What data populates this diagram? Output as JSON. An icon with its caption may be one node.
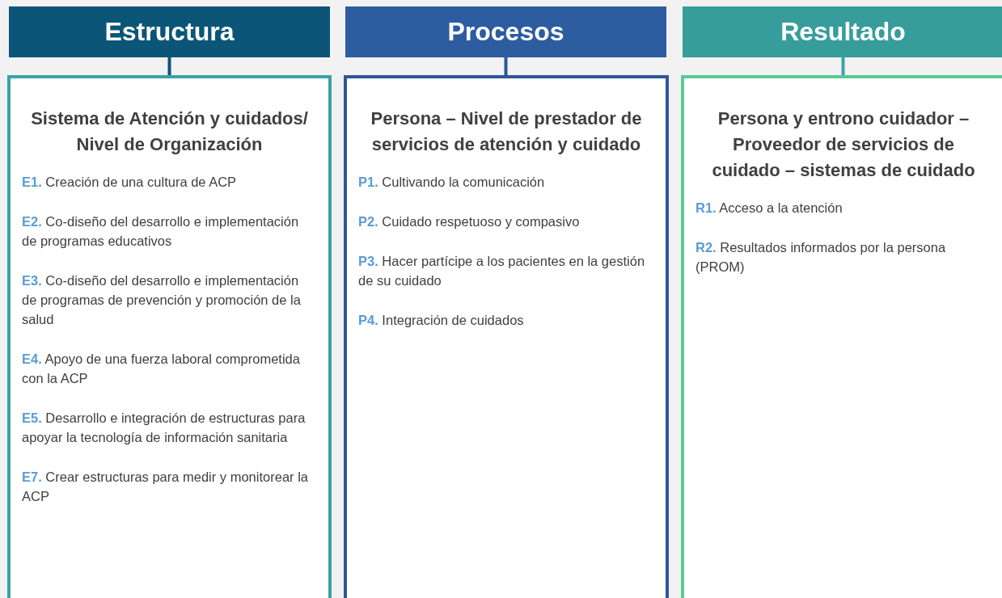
{
  "diagram": {
    "nodes": [
      {
        "text": [
          "Estructura"
        ]
      },
      {
        "text": [
          "Sistema de Atención y cuidados/ Nivel de Organización",
          "**E1.** Creación de una cultura de ACP",
          "**E2.** Co-diseño del desarrollo e implementación de programas educativos",
          "**E3.** Co-diseño del desarrollo e implementación de programas de prevención y promoción de la salud",
          "**E4.** Apoyo de una fuerza laboral comprometida con la ACP",
          "**E5.** Desarrollo e integración de estructuras para apoyar la tecnología de información sanitaria",
          "**E7.** Crear estructuras para medir y monitorear la ACP"
        ]
      },
      {
        "text": [
          "Procesos"
        ]
      },
      {
        "text": [
          "Persona – Nivel de prestador de servicios de atención y cuidado",
          "**P1.** Cultivando la comunicación",
          "**P2.** Cuidado respetuoso y compasivo",
          "**P3.** Hacer partícipe a los pacientes en la gestión de su cuidado",
          "**P4.** Integración de cuidados"
        ]
      },
      {
        "text": [
          "Resultado"
        ]
      },
      {
        "text": [
          "Persona y entrono cuidador – Proveedor de servicios de cuidado – sistemas de cuidado",
          "**R1.** Acceso a la atención",
          "**R2.** Resultados informados por la persona (PROM)"
        ]
      }
    ],
    "edges": [
      {
        "from": 0,
        "to": 1,
        "arrow": "none"
      },
      {
        "from": 2,
        "to": 3,
        "arrow": "none"
      },
      {
        "from": 4,
        "to": 5,
        "arrow": "none"
      }
    ]
  }
}
